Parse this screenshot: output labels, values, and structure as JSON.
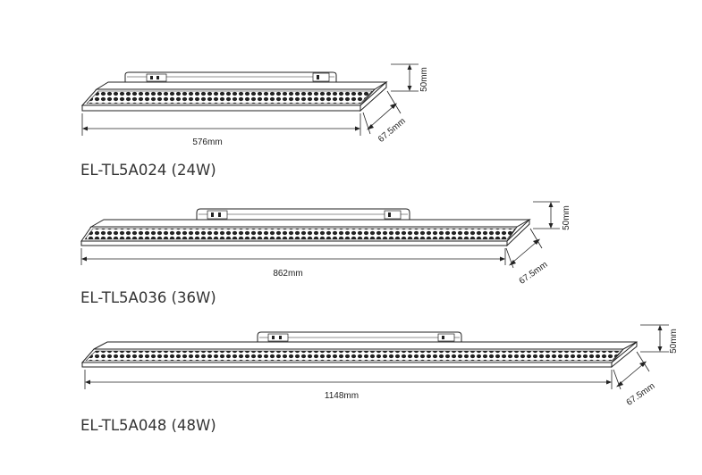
{
  "fixtures": [
    {
      "model": "EL-TL5A024 (24W)",
      "length_label": "576mm",
      "width_label": "67.5mm",
      "height_label": "50mm"
    },
    {
      "model": "EL-TL5A036 (36W)",
      "length_label": "862mm",
      "width_label": "67.5mm",
      "height_label": "50mm"
    },
    {
      "model": "EL-TL5A048 (48W)",
      "length_label": "1148mm",
      "width_label": "67.5mm",
      "height_label": "50mm"
    }
  ]
}
